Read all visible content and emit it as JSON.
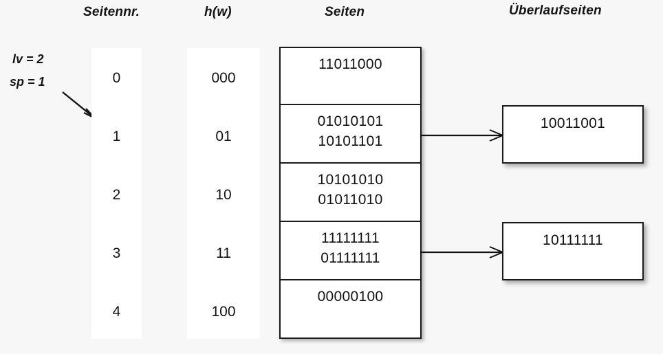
{
  "headers": {
    "seitennr": "Seitennr.",
    "hw": "h(w)",
    "seiten": "Seiten",
    "ueberlaufseiten": "Überlaufseiten"
  },
  "params": {
    "lv": "lv = 2",
    "sp": "sp = 1",
    "pointer_icon": "diagonal-arrow-icon"
  },
  "page_numbers": [
    "0",
    "1",
    "2",
    "3",
    "4"
  ],
  "hash_values": [
    "000",
    "01",
    "10",
    "11",
    "100"
  ],
  "pages": [
    {
      "index": 0,
      "records": [
        "11011000"
      ]
    },
    {
      "index": 1,
      "records": [
        "01010101",
        "10101101"
      ]
    },
    {
      "index": 2,
      "records": [
        "10101010",
        "01011010"
      ]
    },
    {
      "index": 3,
      "records": [
        "11111111",
        "01111111"
      ]
    },
    {
      "index": 4,
      "records": [
        "00000100"
      ]
    }
  ],
  "overflow_pages": [
    {
      "from_page": 1,
      "records": [
        "10011001"
      ]
    },
    {
      "from_page": 3,
      "records": [
        "10111111"
      ]
    }
  ],
  "connectors": [
    {
      "icon": "arrow-right-icon",
      "from_page": 1,
      "to_overflow": 0
    },
    {
      "icon": "arrow-right-icon",
      "from_page": 3,
      "to_overflow": 1
    }
  ],
  "colors": {
    "background": "#f7f7f7",
    "surface": "#ffffff",
    "stroke": "#1b1b1b",
    "text": "#121212"
  }
}
